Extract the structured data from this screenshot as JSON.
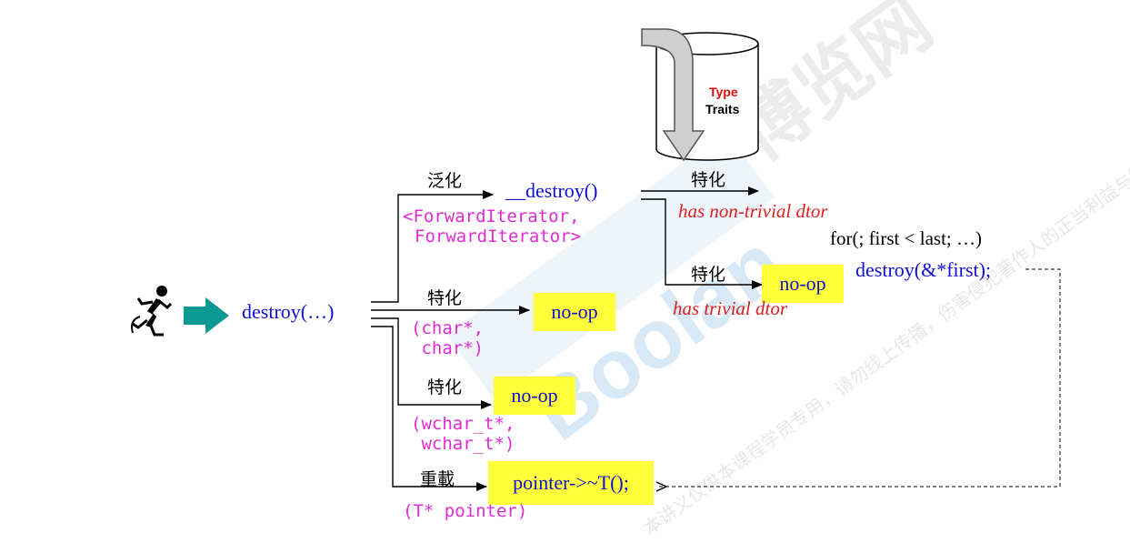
{
  "traits": {
    "line1": "Type",
    "line2": "Traits"
  },
  "entry": {
    "label": "destroy(…)"
  },
  "generalized": {
    "tag": "泛化",
    "func": "__destroy()",
    "params": [
      "<ForwardIterator,",
      "ForwardIterator>"
    ]
  },
  "char_branch": {
    "tag": "特化",
    "box": "no-op",
    "params": [
      "(char*,",
      " char*)"
    ]
  },
  "wchar_branch": {
    "tag": "特化",
    "box": "no-op",
    "params": [
      "(wchar_t*,",
      " wchar_t*)"
    ]
  },
  "overload_branch": {
    "tag": "重載",
    "box": "pointer->~T();",
    "param": "(T* pointer)"
  },
  "nontrivial": {
    "tag": "特化",
    "note": "has non-trivial dtor",
    "loop_line": "for(; first < last; …)",
    "call_line": "destroy(&*first);"
  },
  "trivial": {
    "tag": "特化",
    "box": "no-op",
    "note": "has trivial dtor"
  },
  "watermark": {
    "brand": "Boolan",
    "cn": "博览网",
    "notice": "本讲义仅供本课程学员专用，请勿线上传播，伤害侵犯著作人的正当利益与智财权。"
  },
  "colors": {
    "blue": "#0f0fd2",
    "magenta": "#e02bd3",
    "red": "#dd1f1f",
    "highlight": "#ffff3a",
    "teal": "#0b9a93"
  }
}
